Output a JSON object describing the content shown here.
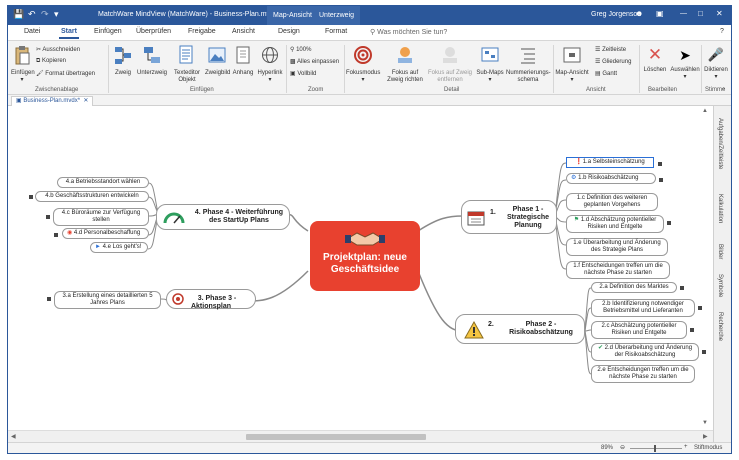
{
  "window": {
    "title": "MatchWare MindView (MatchWare) - Business-Plan.mvdx",
    "context_tab": "Map-Ansicht",
    "context_tab2": "Unterzweig",
    "user": "Greg Jorgenson"
  },
  "tabs": [
    "Datei",
    "Start",
    "Einfügen",
    "Überprüfen",
    "Freigabe",
    "Ansicht",
    "Design",
    "Format"
  ],
  "search_placeholder": "Was möchten Sie tun?",
  "ribbon": {
    "einfuegen": "Einfügen",
    "ausschneiden": "Ausschneiden",
    "kopieren": "Kopieren",
    "format": "Format übertragen",
    "zweig": "Zweig",
    "unterzweig": "Unterzweig",
    "texteditor": "Texteditor Objekt",
    "zweigbild": "Zweigbild",
    "anhang": "Anhang",
    "hyperlink": "Hyperlink",
    "zoom100": "100%",
    "alles": "Alles einpassen",
    "vollbild": "Vollbild",
    "fokusmodus": "Fokusmodus",
    "fokus_zweig": "Fokus auf Zweig richten",
    "fokus_entfernen": "Fokus auf Zweig entfernen",
    "submaps": "Sub-Maps",
    "nummerierung": "Nummerierungs- schema",
    "mapansicht": "Map-Ansicht",
    "zeitleiste": "Zeitleiste",
    "gliederung": "Gliederung",
    "gantt": "Gantt",
    "loeschen": "Löschen",
    "auswaehlen": "Auswählen",
    "diktieren": "Diktieren",
    "groups": {
      "zwischenablage": "Zwischenablage",
      "einfuegen": "Einfügen",
      "zoom": "Zoom",
      "detail": "Detail",
      "ansicht": "Ansicht",
      "bearbeiten": "Bearbeiten",
      "stimme": "Stimme"
    }
  },
  "doc_tab": "Business-Plan.mvdx*",
  "right_panel": [
    "Aufgaben/Zeitleiste",
    "Kalkulation",
    "Bilder",
    "Symbole",
    "Recherche"
  ],
  "status": {
    "zoom": "89%",
    "mode": "Stiftmodus"
  },
  "map": {
    "center": "Projektplan: neue Geschäftsidee",
    "phase1": "1.    Phase 1 - Strategische Planung",
    "phase1_num": "1.",
    "phase1_label": "Phase 1 - Strategische Planung",
    "phase2_num": "2.",
    "phase2_label": "Phase 2 - Risikoabschätzung",
    "phase3": "3.  Phase 3 - Aktionsplan",
    "phase4": "4.  Phase 4 - Weiterführung des StartUp Plans",
    "p1": [
      "1.a  Selbsteinschätzung",
      "1.b  Risikoabschätzung",
      "1.c  Definition des weiteren geplanten Vorgehens",
      "1.d  Abschätzung potentieller Risiken und Entgelte",
      "1.e  Überarbeitung und Änderung des Strategie Plans",
      "1.f  Entscheidungen treffen um die nächste Phase zu starten"
    ],
    "p2": [
      "2.a  Definition des Marktes",
      "2.b  Identifizierung notwendiger Betriebsmittel und Lieferanten",
      "2.c  Abschätzung potentieller Risiken und Entgelte",
      "2.d  Überarbeitung und Änderung der Risikoabschätzung",
      "2.e  Entscheidungen treffen um die nächste Phase zu starten"
    ],
    "p3": [
      "3.a  Erstellung eines detaillierten 5 Jahres Plans"
    ],
    "p4": [
      "4.a  Betriebsstandort wählen",
      "4.b  Geschäftsstrukturen entwickeln",
      "4.c  Büroräume zur Verfügung stellen",
      "4.d  Personalbeschaffung",
      "4.e  Los geht's!"
    ]
  }
}
